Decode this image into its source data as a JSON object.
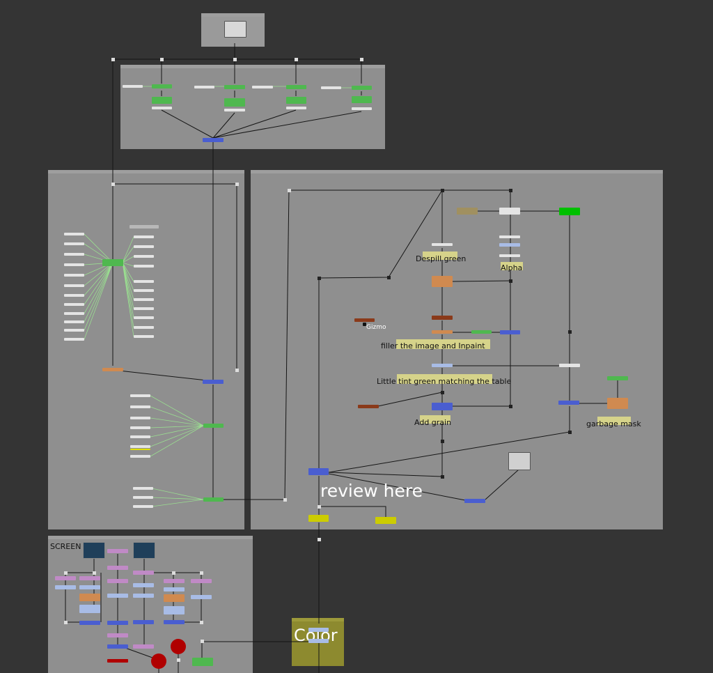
{
  "colors": {
    "canvas": "#343434",
    "backdrop": "#8f8f8f",
    "color_backdrop": "#8d8a2f",
    "node_green": "#4fb84f",
    "node_blue": "#4a5ed0",
    "node_orange": "#d08a50",
    "node_white": "#e4e4e4",
    "node_purple": "#b07ab8",
    "node_yellow": "#cccc00",
    "node_red": "#b00000"
  },
  "stickies": {
    "despill": "Despill green",
    "alpha": "Alpha",
    "gizmo": "Gizmo",
    "filler": "filler the image and Inpaint",
    "tint": "Little tint green matching the table",
    "grain": "Add grain",
    "garbage": "garbage mask"
  },
  "backdrops": {
    "screen": "SCREEN",
    "review": "review here",
    "color": "Color"
  }
}
